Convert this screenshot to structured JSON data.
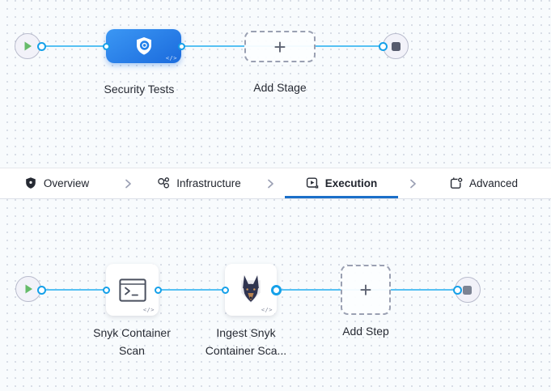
{
  "colors": {
    "canvas_bg": "#f8fbfd",
    "grid_dot": "#d6dbe5",
    "flow_line_blue": "#57c1f3",
    "connector_ring_blue": "#14a0e9",
    "stage_gradient_start": "#3b97f4",
    "stage_gradient_end": "#1e6fdf",
    "active_tab_underline": "#1b6fc9",
    "node_circle_fill": "#f2f2f9",
    "node_circle_border": "#b9bccd",
    "play_green": "#66bb6a",
    "stop_square_top": "#575c6e",
    "stop_square_bottom": "#7c8393",
    "dashed_border": "#9aa0b2",
    "label_text": "#262a33"
  },
  "stage_pipeline": {
    "start_icon": "play-icon",
    "end_icon": "stop-icon",
    "stage": {
      "label": "Security Tests",
      "icon": "security-shield-icon",
      "code_badge": "</>"
    },
    "add_stage": {
      "label": "Add Stage",
      "plus": "+"
    }
  },
  "tab_bar": {
    "tabs": [
      {
        "label": "Overview",
        "icon": "shield-icon",
        "active": false
      },
      {
        "label": "Infrastructure",
        "icon": "infrastructure-icon",
        "active": false
      },
      {
        "label": "Execution",
        "icon": "execution-play-icon",
        "active": true
      },
      {
        "label": "Advanced",
        "icon": "advanced-gear-icon",
        "active": false
      }
    ],
    "separator_icon": "chevron-right-icon"
  },
  "step_pipeline": {
    "start_icon": "play-icon",
    "end_icon": "stop-icon",
    "steps": [
      {
        "label_lines": [
          "Snyk Container",
          "Scan"
        ],
        "icon": "terminal-icon",
        "code_badge": "</>"
      },
      {
        "label_lines": [
          "Ingest Snyk",
          "Container Sca..."
        ],
        "icon": "snyk-dog-icon",
        "code_badge": "</>"
      }
    ],
    "add_step": {
      "label": "Add Step",
      "plus": "+"
    }
  }
}
